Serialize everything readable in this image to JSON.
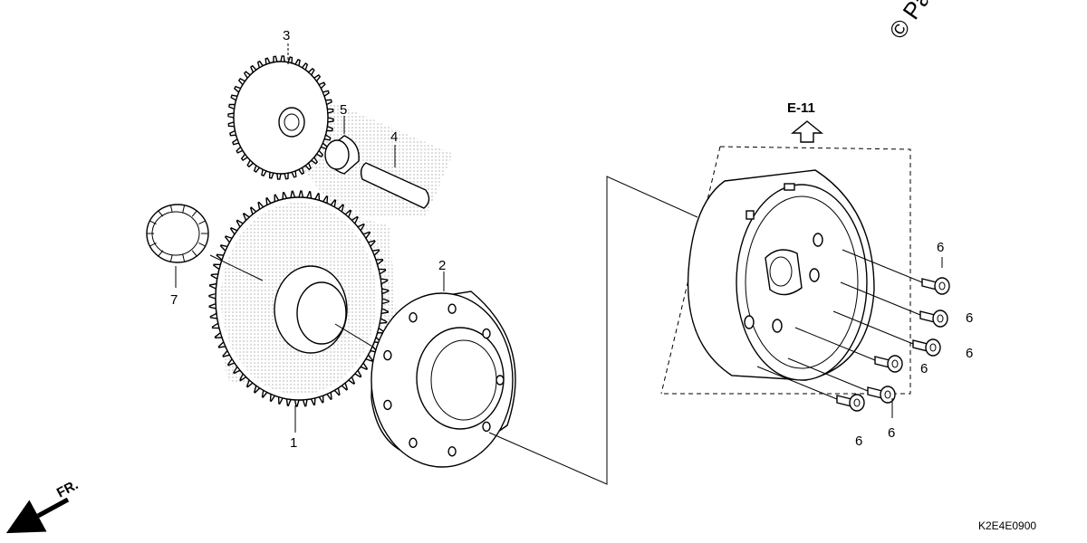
{
  "callouts": [
    {
      "id": "callout-1",
      "text": "1"
    },
    {
      "id": "callout-2",
      "text": "2"
    },
    {
      "id": "callout-3",
      "text": "3"
    },
    {
      "id": "callout-4",
      "text": "4"
    },
    {
      "id": "callout-5",
      "text": "5"
    },
    {
      "id": "callout-6a",
      "text": "6"
    },
    {
      "id": "callout-6b",
      "text": "6"
    },
    {
      "id": "callout-6c",
      "text": "6"
    },
    {
      "id": "callout-6d",
      "text": "6"
    },
    {
      "id": "callout-6e",
      "text": "6"
    },
    {
      "id": "callout-6f",
      "text": "6"
    },
    {
      "id": "callout-7",
      "text": "7"
    }
  ],
  "reference": {
    "text": "E-11"
  },
  "front_marker": {
    "text": "FR."
  },
  "diagram_code": {
    "text": "K2E4E0900"
  },
  "watermark": {
    "text": "© Pa"
  }
}
